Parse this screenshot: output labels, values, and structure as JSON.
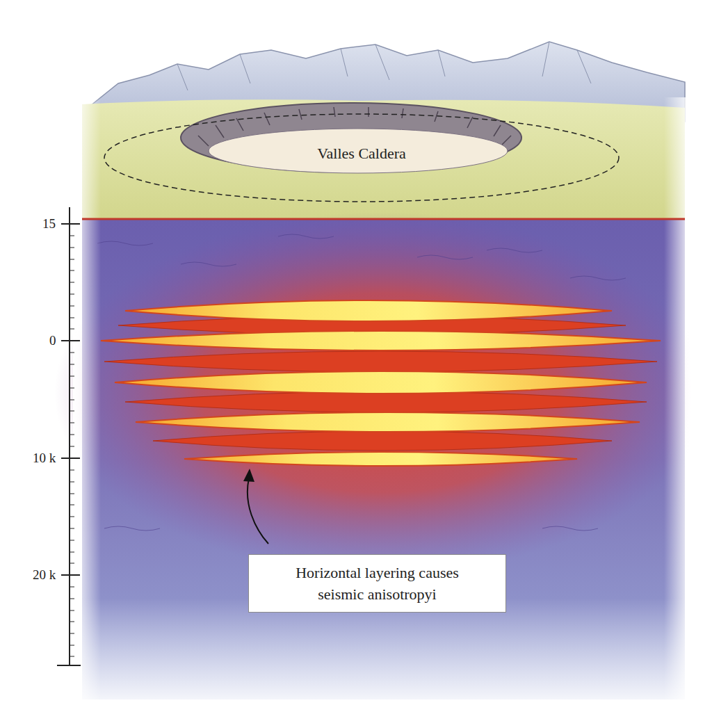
{
  "diagram": {
    "nodes": [
      {
        "text": [
          "Valles Caldera"
        ]
      },
      {
        "text": [
          "Horizontal layering causes seismic anisotropyi"
        ]
      }
    ],
    "labels": [
      "15",
      "0",
      "10 k",
      "20 k"
    ]
  }
}
